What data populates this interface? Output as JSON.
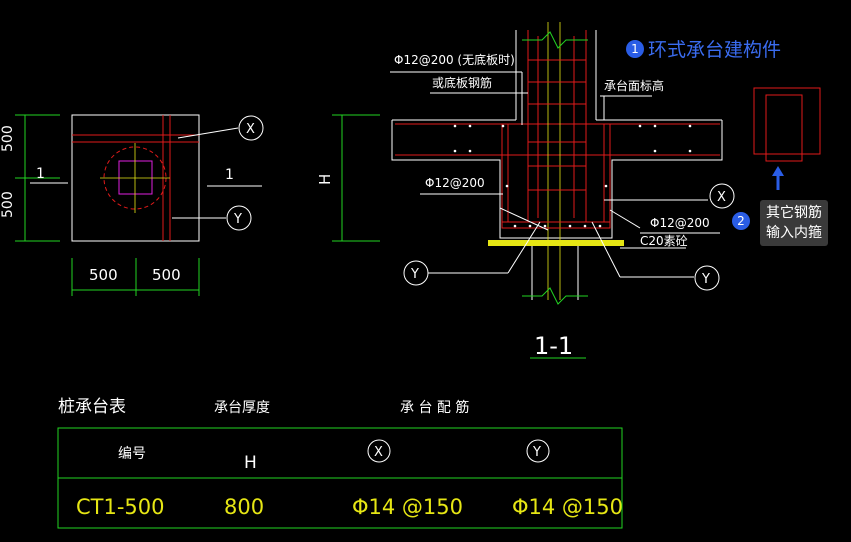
{
  "plan_view": {
    "dim_left_top": "500",
    "dim_left_bottom": "500",
    "dim_bottom_left": "500",
    "dim_bottom_right": "500",
    "slope_left": "1",
    "slope_right": "1",
    "axis_x": "X",
    "axis_y": "Y"
  },
  "section_view": {
    "top_rebar_note": "Φ12@200 (无底板时)",
    "slab_rebar_note": "或底板钢筋",
    "cap_top_elevation": "承台面标高",
    "side_rebar": "Φ12@200",
    "bottom_right_rebar": "Φ12@200",
    "cushion": "C20素砼",
    "height_label": "H",
    "axis_x": "X",
    "axis_y_left": "Y",
    "axis_y_right": "Y",
    "section_title": "1-1"
  },
  "callouts": {
    "one_num": "1",
    "one_text": "环式承台建构件",
    "two_num": "2",
    "two_line1": "其它钢筋",
    "two_line2": "输入内箍"
  },
  "table": {
    "title": "桩承台表",
    "col_thickness": "承台厚度",
    "col_reinf": "承 台 配 筋",
    "header": {
      "code": "编号",
      "h": "H",
      "x": "X",
      "y": "Y"
    },
    "row": {
      "code": "CT1-500",
      "h": "800",
      "x": "Φ14 @150",
      "y": "Φ14 @150"
    }
  },
  "colors": {
    "green": "#22d322",
    "red": "#e01a1a",
    "white": "#ffffff",
    "yellow": "#e6e614",
    "magenta": "#e020e0",
    "blue": "#2a5de6"
  }
}
